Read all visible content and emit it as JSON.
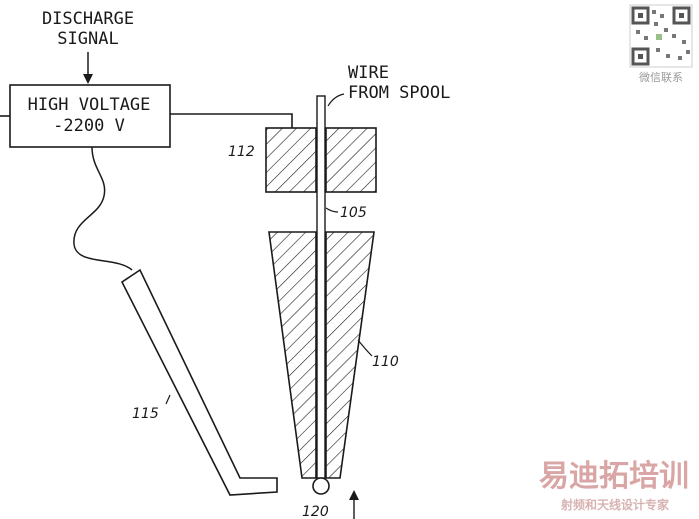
{
  "labels": {
    "discharge_signal_line1": "DISCHARGE",
    "discharge_signal_line2": "SIGNAL",
    "hv_line1": "HIGH VOLTAGE",
    "hv_line2": "-2200 V",
    "wire_line1": "WIRE",
    "wire_line2": "FROM SPOOL"
  },
  "refs": {
    "block": "112",
    "wire": "105",
    "cone": "110",
    "electrode": "115",
    "ball": "120"
  },
  "watermark": {
    "brand": "易迪拓培训",
    "tagline": "射频和天线设计专家",
    "qr_caption": "微信联系"
  },
  "colors": {
    "ink": "#1a1a1a",
    "watermark": "#d9a5a5"
  }
}
